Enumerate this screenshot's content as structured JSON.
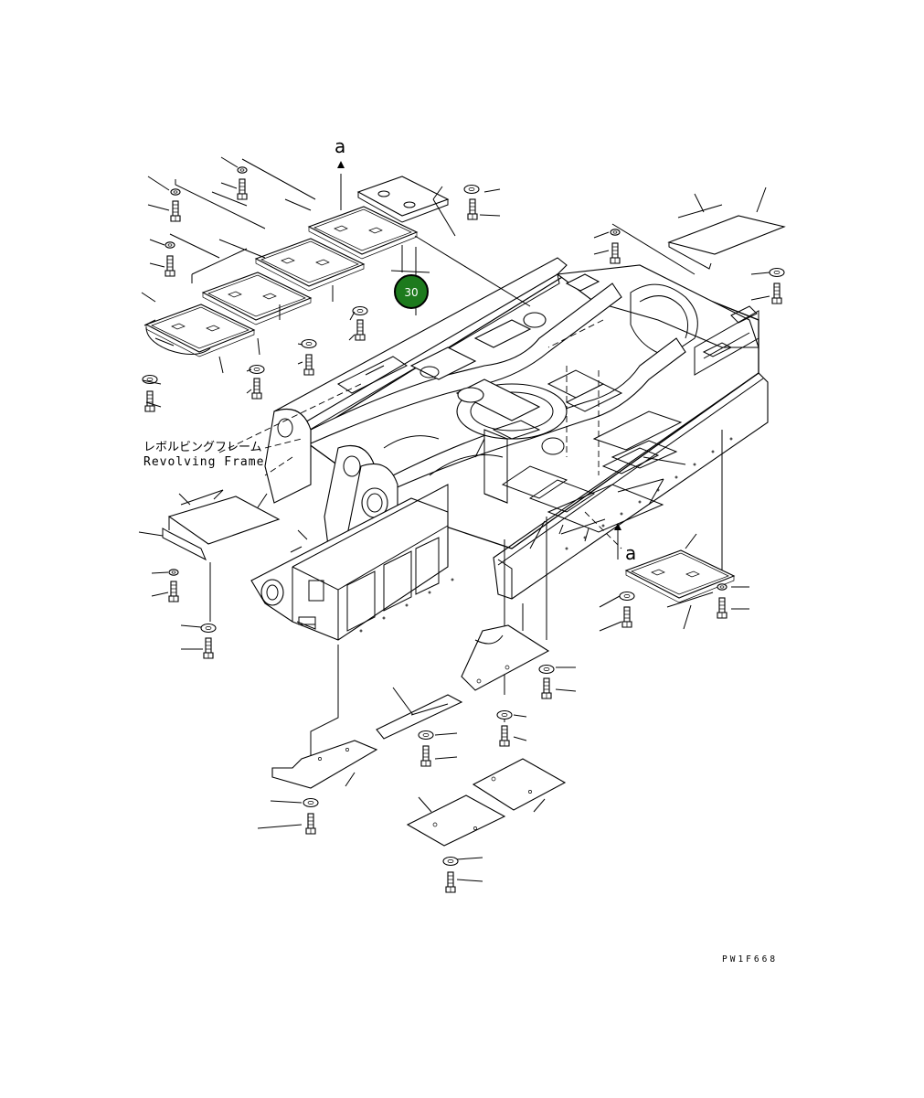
{
  "labels": {
    "frame_jp": "レボルビングフレーム",
    "frame_en": "Revolving Frame",
    "view_marker_top": "a",
    "view_marker_bottom": "a",
    "drawing_code": "PW1F668"
  },
  "callout": {
    "number": "30",
    "color": "#1d7a1d"
  }
}
